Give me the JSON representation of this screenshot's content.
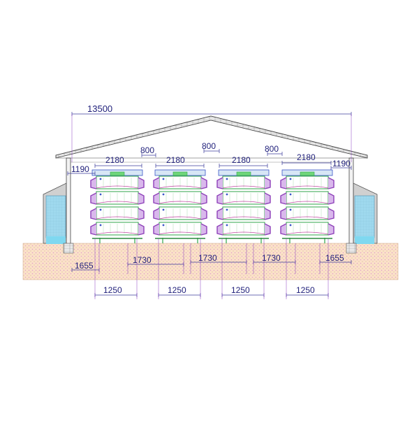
{
  "dimensions": {
    "total_width": "13500",
    "cage_width": "2180",
    "aisle_gap": "800",
    "wall_to_cage": "1190",
    "floor_edge": "1655",
    "floor_span": "1730",
    "cage_base": "1250"
  },
  "colors": {
    "dimension": "#3c3c9c",
    "extension": "#8a3fc0",
    "roof_brick": "#b8b8b8",
    "floor_fill": "#fbe2c8",
    "floor_dot": "#e0a0c8",
    "cage_frame": "#2fa64a",
    "cage_side": "#8d3fb8",
    "feeder": "#3a56c8",
    "water_pad": "#7fd8f0",
    "wall_blue": "#9fd9ee"
  }
}
